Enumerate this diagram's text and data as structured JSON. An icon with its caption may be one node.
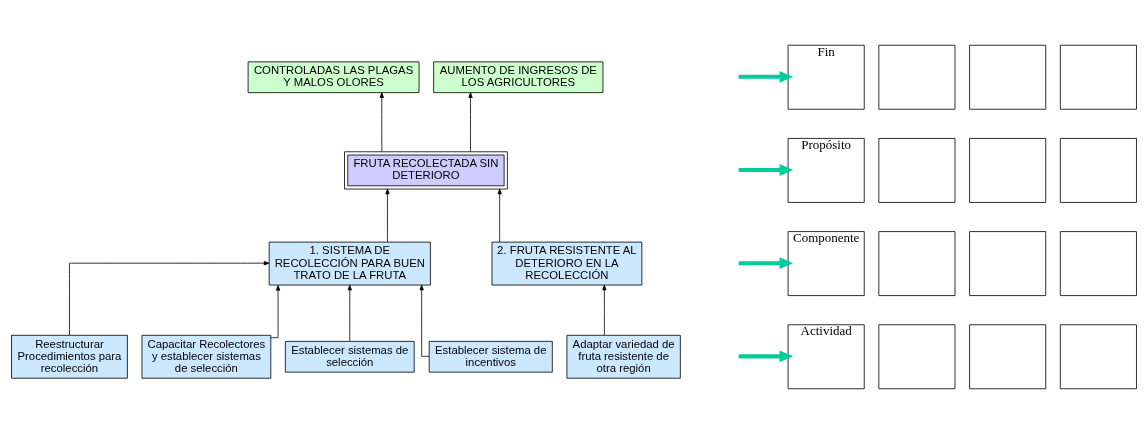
{
  "diagram": {
    "nodes": [
      {
        "text": [
          "CONTROLADAS LAS PLAGAS Y MALOS OLORES"
        ]
      },
      {
        "text": [
          "AUMENTO DE INGRESOS DE LOS AGRICULTORES"
        ]
      },
      {
        "text": [
          "FRUTA RECOLECTADA SIN DETERIORO"
        ]
      },
      {
        "text": [
          "1. SISTEMA DE RECOLECCIÓN PARA BUEN TRATO DE LA FRUTA"
        ]
      },
      {
        "text": [
          "2. FRUTA RESISTENTE AL DETERIORO EN LA RECOLECCIÓN"
        ]
      },
      {
        "text": [
          "Reestructurar Procedimientos para recolección"
        ]
      },
      {
        "text": [
          "Capacitar Recolectores y establecer sistemas de selección"
        ]
      },
      {
        "text": [
          "Establecer sistemas de selección"
        ]
      },
      {
        "text": [
          "Establecer sistema de incentivos"
        ]
      },
      {
        "text": [
          "Adaptar variedad de fruta resistente de otra región"
        ]
      },
      {
        "text": [
          "Fin"
        ]
      },
      {
        "text": [],
        "shape": "box"
      },
      {
        "text": [],
        "shape": "box"
      },
      {
        "text": [],
        "shape": "box"
      },
      {
        "text": [
          "Propósito"
        ]
      },
      {
        "text": [],
        "shape": "box"
      },
      {
        "text": [],
        "shape": "box"
      },
      {
        "text": [],
        "shape": "box"
      },
      {
        "text": [
          "Componente"
        ]
      },
      {
        "text": [],
        "shape": "box"
      },
      {
        "text": [],
        "shape": "box"
      },
      {
        "text": [],
        "shape": "box"
      },
      {
        "text": [
          "Actividad"
        ]
      },
      {
        "text": [],
        "shape": "box"
      },
      {
        "text": [],
        "shape": "box"
      },
      {
        "text": [],
        "shape": "box"
      }
    ],
    "edges": [
      {
        "from": 2,
        "to": 0,
        "arrow": "to"
      },
      {
        "from": 2,
        "to": 1,
        "arrow": "to"
      },
      {
        "from": 3,
        "to": 2,
        "arrow": "to"
      },
      {
        "from": 4,
        "to": 2,
        "arrow": "to"
      },
      {
        "from": 5,
        "to": 3,
        "arrow": "to"
      },
      {
        "from": 6,
        "to": 3,
        "arrow": "to"
      },
      {
        "from": 7,
        "to": 3,
        "arrow": "to"
      },
      {
        "from": 8,
        "to": 3,
        "arrow": "to"
      },
      {
        "from": 9,
        "to": 4,
        "arrow": "to"
      },
      {
        "from": null,
        "to": 10,
        "arrow": "to",
        "style": "thick",
        "color": "#00cc99"
      },
      {
        "from": null,
        "to": 14,
        "arrow": "to",
        "style": "thick",
        "color": "#00cc99"
      },
      {
        "from": null,
        "to": 18,
        "arrow": "to",
        "style": "thick",
        "color": "#00cc99"
      },
      {
        "from": null,
        "to": 22,
        "arrow": "to",
        "style": "thick",
        "color": "#00cc99"
      }
    ]
  }
}
